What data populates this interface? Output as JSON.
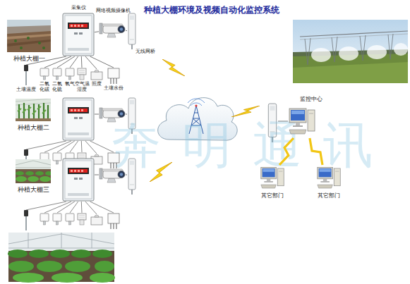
{
  "diagram": {
    "title": "种植大棚环境及视频自动化监控系统",
    "nodes": [
      {
        "text": [
          "种植大棚一"
        ]
      },
      {
        "text": [
          "采集仪"
        ]
      },
      {
        "text": [
          "网络视频摄像机"
        ]
      },
      {
        "text": [
          "无线网桥"
        ]
      },
      {
        "text": [
          "土壤温度"
        ]
      },
      {
        "text": [
          "二氧化碳"
        ]
      },
      {
        "text": [
          "二氧化硫"
        ]
      },
      {
        "text": [
          "氧气"
        ]
      },
      {
        "text": [
          "空气温湿度"
        ]
      },
      {
        "text": [
          "照度"
        ]
      },
      {
        "text": [
          "土壤水份"
        ]
      },
      {
        "text": [
          "种植大棚二"
        ]
      },
      {
        "text": [
          "种植大棚三"
        ]
      },
      {
        "text": [
          "监控中心"
        ]
      },
      {
        "text": [
          "其它部门"
        ]
      },
      {
        "text": [
          "其它部门"
        ]
      }
    ],
    "edges": [
      {
        "from": 1,
        "to": 2,
        "arrow": "none"
      },
      {
        "from": 2,
        "to": 3,
        "arrow": "none"
      },
      {
        "from": 1,
        "to": 4,
        "arrow": "none"
      },
      {
        "from": 1,
        "to": 5,
        "arrow": "none"
      },
      {
        "from": 1,
        "to": 6,
        "arrow": "none"
      },
      {
        "from": 1,
        "to": 7,
        "arrow": "none"
      },
      {
        "from": 1,
        "to": 8,
        "arrow": "none"
      },
      {
        "from": 1,
        "to": 9,
        "arrow": "none"
      },
      {
        "from": 1,
        "to": 10,
        "arrow": "none"
      },
      {
        "from": 13,
        "to": 14,
        "arrow": "none"
      },
      {
        "from": 13,
        "to": 15,
        "arrow": "none"
      }
    ],
    "labels": [
      "奔明通讯"
    ]
  }
}
